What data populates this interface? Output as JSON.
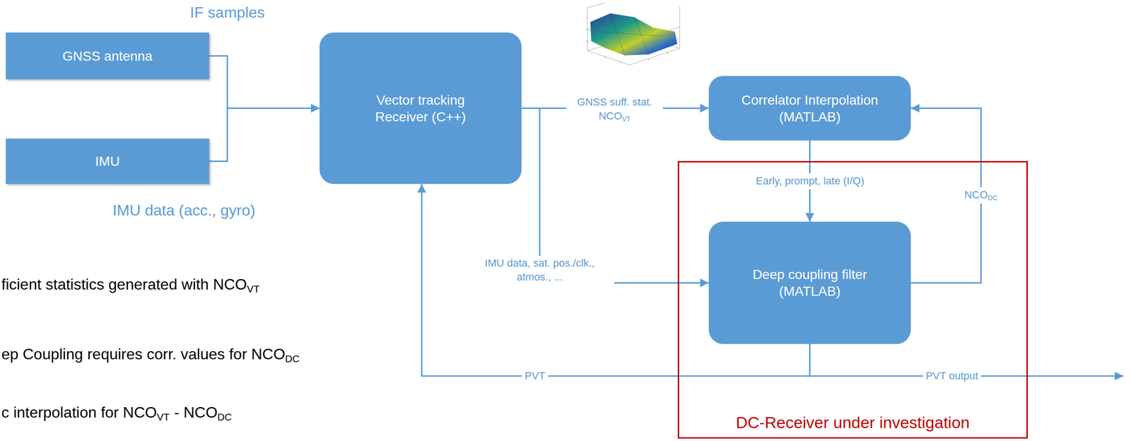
{
  "diagram": {
    "nodes": [
      {
        "text": [
          "GNSS antenna"
        ]
      },
      {
        "text": [
          "IMU"
        ]
      },
      {
        "text": [
          "Vector tracking Receiver (C++)"
        ]
      },
      {
        "text": [
          "Correlator Interpolation (MATLAB)"
        ]
      },
      {
        "text": [
          "DC-Receiver under investigation"
        ]
      },
      {
        "text": [
          "Deep coupling filter (MATLAB)"
        ],
        "in": 4
      }
    ],
    "edges": [
      {
        "from": 0,
        "to": 2,
        "arrow": "to"
      },
      {
        "from": 1,
        "to": 2,
        "arrow": "to"
      },
      {
        "from": 2,
        "to": 3,
        "label": "GNSS suff. stat. NCO",
        "arrow": "to"
      },
      {
        "from": 2,
        "to": 5,
        "label": "IMU data, sat. pos./clk., atmos., ...",
        "arrow": "to"
      },
      {
        "from": 3,
        "to": 5,
        "label": "Early, prompt, late (I/Q)",
        "arrow": "to"
      },
      {
        "from": 5,
        "to": 3,
        "label": "NCO",
        "arrow": "to"
      },
      {
        "from": 5,
        "to": 2,
        "label": "PVT",
        "arrow": "to"
      }
    ],
    "labels": [
      "IF samples",
      "IMU data (acc., gyro)",
      "ficient statistics generated with NCO",
      "VT",
      "ep Coupling requires corr. values for NCO",
      "DC",
      "c interpolation for NCO",
      "VT",
      "- NCO",
      "DC",
      "VT",
      "DC",
      "PVT output"
    ]
  }
}
